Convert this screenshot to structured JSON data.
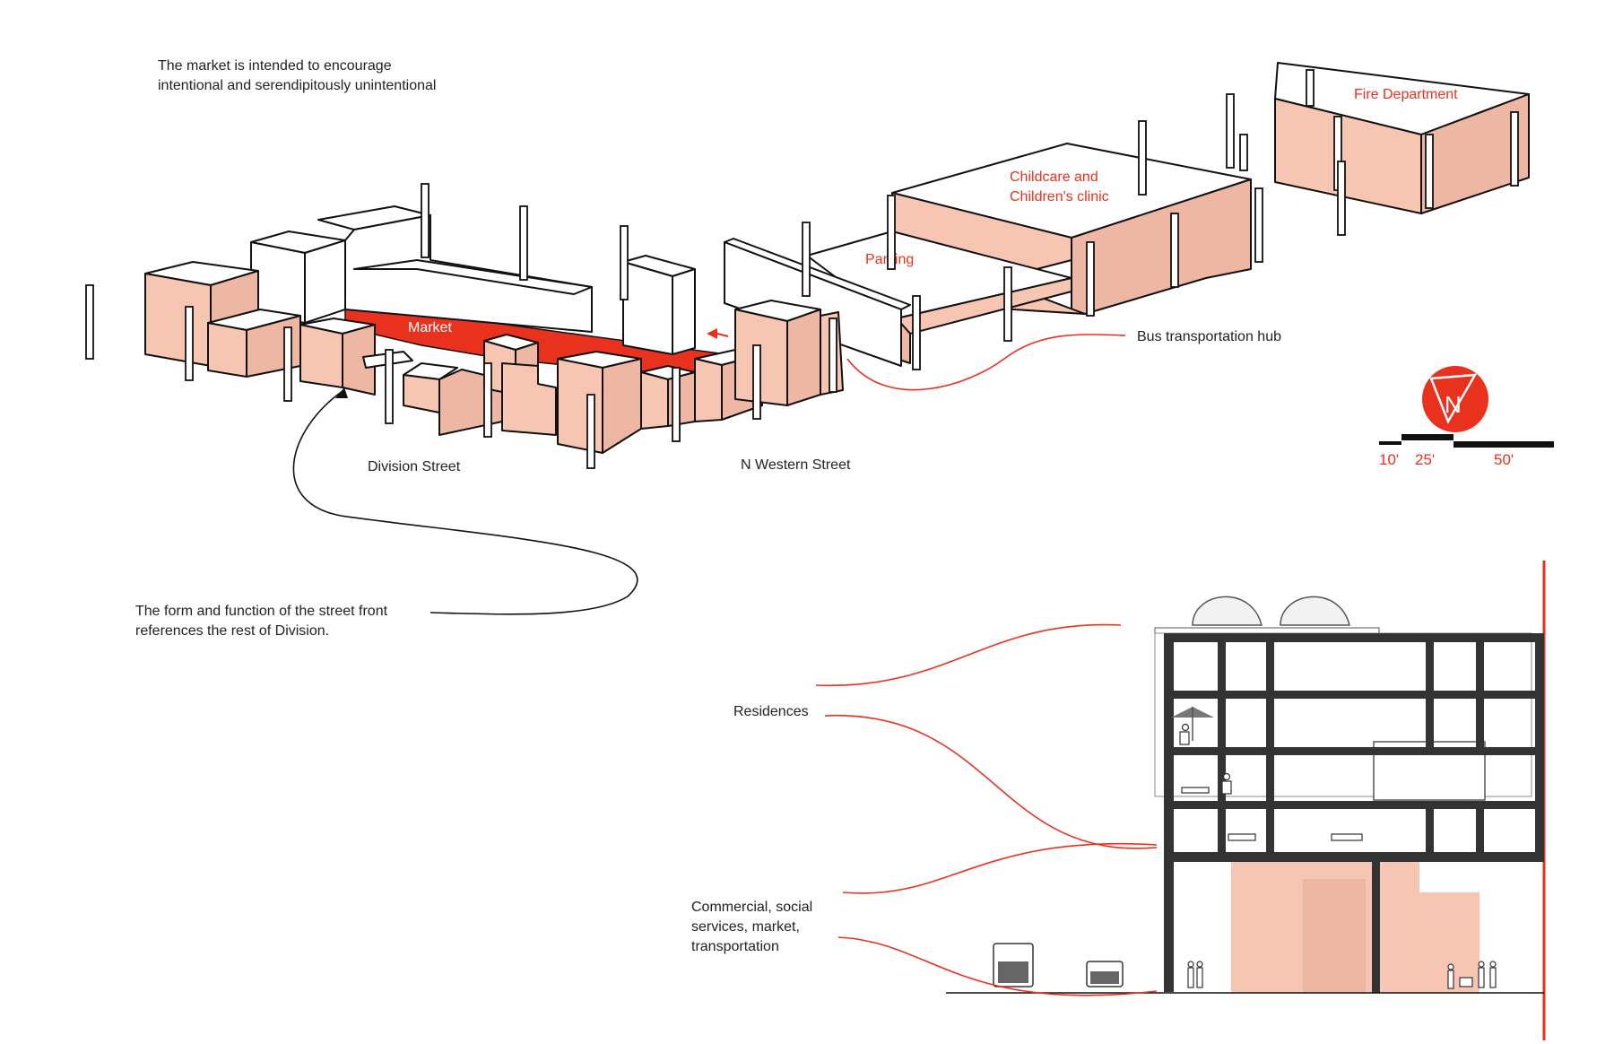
{
  "annotations": {
    "market_intent_line1": "The market is intended to encourage",
    "market_intent_line2": "intentional and serendipitously unintentional",
    "street_front_line1": "The form and function of the street front",
    "street_front_line2": "references the rest of Division.",
    "division_street": "Division Street",
    "n_western_street": "N Western Street",
    "bus_hub": "Bus transportation hub",
    "residences": "Residences",
    "commercial_line1": "Commercial, social",
    "commercial_line2": "services, market,",
    "commercial_line3": "transportation"
  },
  "zones": {
    "market": "Market",
    "parking": "Parking",
    "childcare_line1": "Childcare and",
    "childcare_line2": "Children's clinic",
    "fire_department": "Fire Department"
  },
  "compass": {
    "letter": "N"
  },
  "scale": {
    "ticks": [
      "10'",
      "25'",
      "50'"
    ]
  },
  "colors": {
    "accent_red": "#e8321e",
    "building_pink": "#f7c6b3",
    "outline": "#111111"
  }
}
